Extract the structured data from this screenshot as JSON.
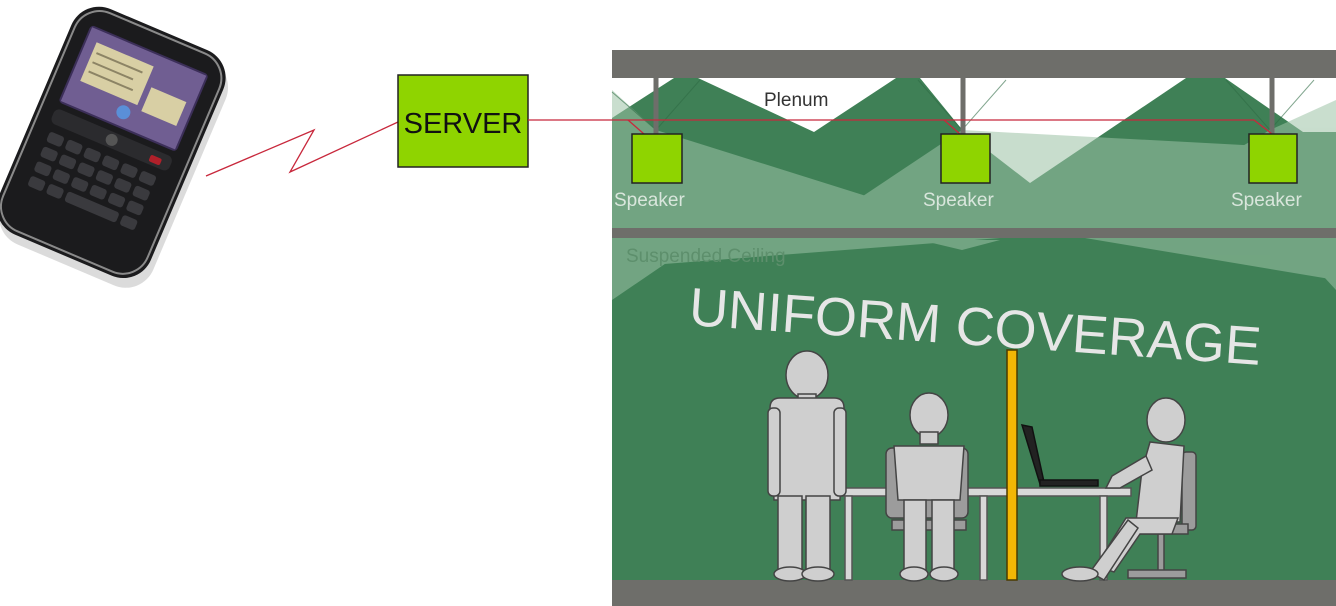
{
  "server": {
    "label": "SERVER"
  },
  "room": {
    "plenum_label": "Plenum",
    "ceiling_label": "Suspended Ceiling",
    "coverage_label": "UNIFORM COVERAGE",
    "speakers": [
      {
        "label": "Speaker"
      },
      {
        "label": "Speaker"
      },
      {
        "label": "Speaker"
      }
    ]
  },
  "colors": {
    "server_fill": "#8fd400",
    "speaker_fill": "#8fd400",
    "room_green": "#3f8056",
    "cone_green": "#6f9f7f",
    "slab_gray": "#6e6e6a",
    "wire_red": "#c8283c",
    "figure_fill": "#cfcfcf",
    "divider_yellow": "#f2b705"
  },
  "icons": {
    "phone": "smartphone-icon",
    "link": "wireless-link-icon"
  }
}
